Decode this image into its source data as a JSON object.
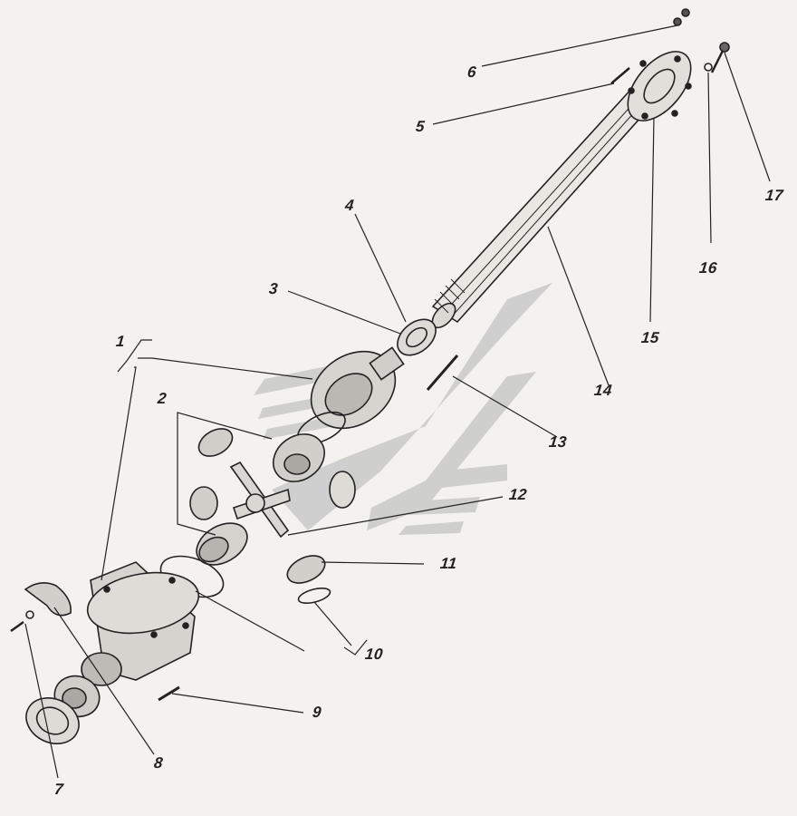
{
  "callouts": {
    "c1": "1",
    "c2": "2",
    "c3": "3",
    "c4": "4",
    "c5": "5",
    "c6": "6",
    "c7": "7",
    "c8": "8",
    "c9": "9",
    "c10": "10",
    "c11": "11",
    "c12": "12",
    "c13": "13",
    "c14": "14",
    "c15": "15",
    "c16": "16",
    "c17": "17"
  },
  "colors": {
    "paper": "#f3f2ee",
    "ink": "#222222",
    "watermark": "#c8c8c8"
  }
}
